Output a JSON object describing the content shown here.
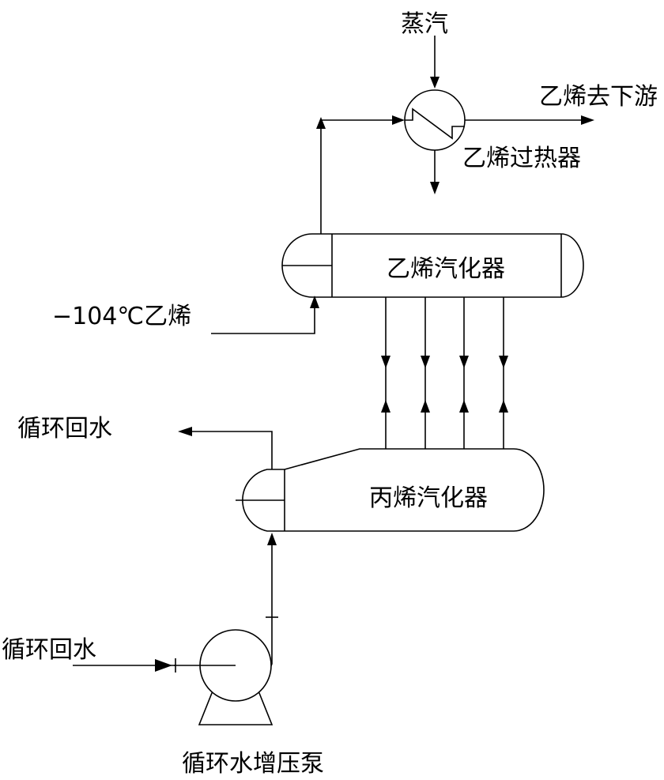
{
  "labels": {
    "steam": "蒸汽",
    "ethylene_downstream": "乙烯去下游",
    "ethylene_superheater": "乙烯过热器",
    "ethylene_vaporizer": "乙烯汽化器",
    "ethylene_feed": "−104℃乙烯",
    "cw_return_top": "循环回水",
    "propylene_vaporizer": "丙烯汽化器",
    "cw_return_bottom": "循环回水",
    "booster_pump": "循环水增压泵"
  },
  "colors": {
    "line": "#000000",
    "background": "#ffffff"
  }
}
